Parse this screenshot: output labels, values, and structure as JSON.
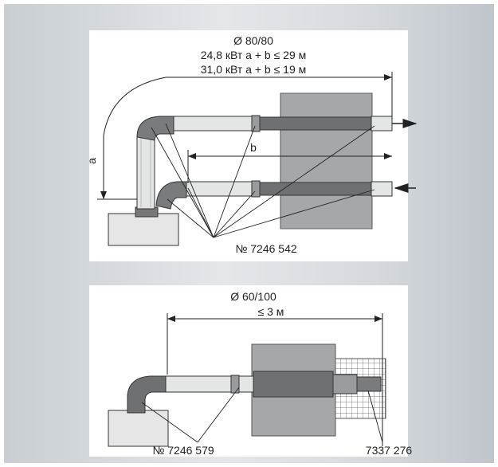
{
  "top_diagram": {
    "diameter": "Ø 80/80",
    "spec_line_1": "24,8 кВт a + b ≤ 29 м",
    "spec_line_2": "31,0 кВт a + b ≤ 19 м",
    "dim_a": "a",
    "dim_b": "b",
    "part_number": "№ 7246 542"
  },
  "bottom_diagram": {
    "diameter": "Ø 60/100",
    "length_limit": "≤ 3 м",
    "part_number_left": "№ 7246 579",
    "part_number_right": "7337 276"
  },
  "colors": {
    "line": "#222222",
    "wall": "#a6a7a8",
    "pipe": "#e2e4e4",
    "pipe_dark": "#6b6c6d"
  }
}
